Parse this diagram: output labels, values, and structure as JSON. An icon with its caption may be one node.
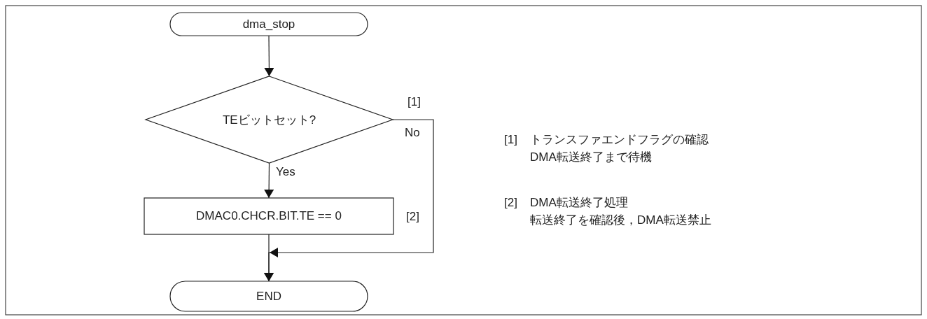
{
  "diagram": {
    "nodes": [
      {
        "text": [
          "dma_stop"
        ]
      },
      {
        "text": [
          "TEビットセット?"
        ],
        "beside": [
          "[1]"
        ]
      },
      {
        "text": [
          "DMAC0.CHCR.BIT.TE == 0"
        ],
        "beside": [
          "[2]"
        ]
      },
      {
        "text": [
          "END"
        ]
      }
    ],
    "edges": [
      {
        "from": 0,
        "to": 1,
        "arrow": "to"
      },
      {
        "from": 1,
        "to": 2,
        "arrow": "to",
        "label": "Yes"
      },
      {
        "from": 2,
        "to": 3,
        "arrow": "to"
      },
      {
        "from": 1,
        "to": 3,
        "arrow": "to",
        "label": "No"
      }
    ],
    "labels": [
      "[1]",
      "トランスファエンドフラグの確認",
      "DMA転送終了まで待機",
      "[2]",
      "DMA転送終了処理",
      "転送終了を確認後，DMA転送禁止"
    ]
  }
}
